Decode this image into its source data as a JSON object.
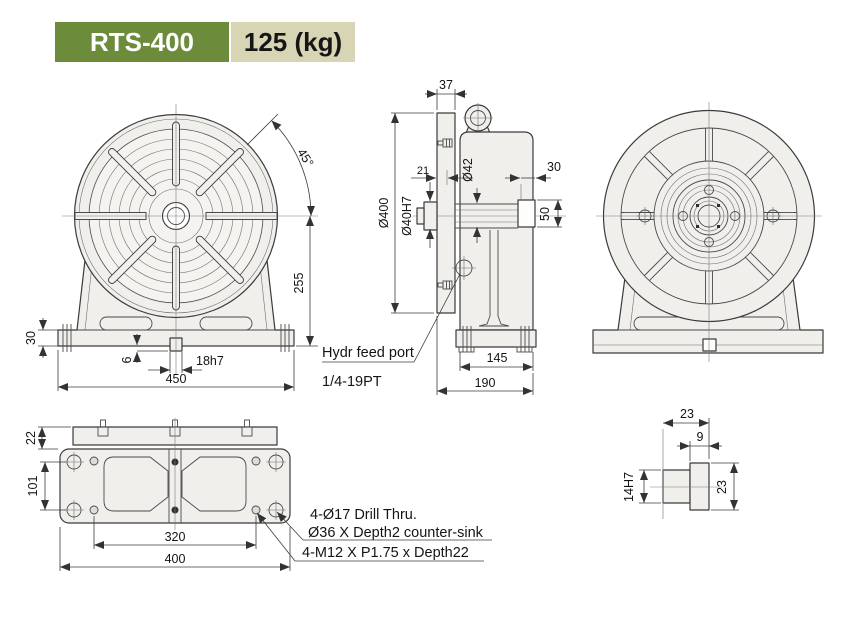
{
  "header": {
    "model": "RTS-400",
    "weight": "125 (kg)"
  },
  "colors": {
    "accent_green": "#6d8c3b",
    "badge_tan": "#d8d5b4",
    "line": "#3b3b3b",
    "fill": "#f0efec"
  },
  "front": {
    "angle": "45°",
    "center_height": "255",
    "base_height": "30",
    "key_offset": "6",
    "key_size": "18h7",
    "width": "450"
  },
  "side": {
    "table_thickness": "37",
    "offset_21": "21",
    "table_dia": "Ø400",
    "spigot_dia": "Ø40H7",
    "shaft_dia": "Ø42",
    "depth_30": "30",
    "bore_50": "50",
    "base_width": "145",
    "overall_depth": "190",
    "port_line1": "Hydr feed port",
    "port_line2": "1/4-19PT"
  },
  "bottom": {
    "rim_22": "22",
    "hole_span_101": "101",
    "bolt_span_320": "320",
    "length_400": "400",
    "note_drill": "4-Ø17 Drill Thru.",
    "note_csink": "Ø36 X Depth2 counter-sink",
    "note_tap": "4-M12 X P1.75 x Depth22"
  },
  "detail": {
    "width_23": "23",
    "head_9": "9",
    "shank_14h7": "14H7",
    "head_23": "23"
  }
}
